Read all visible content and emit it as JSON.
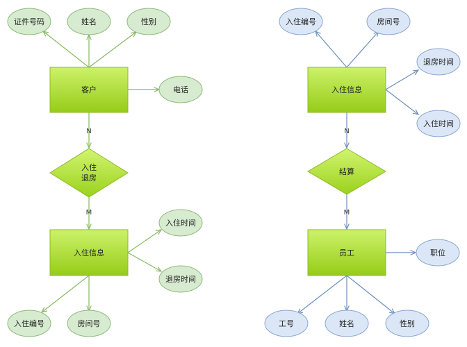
{
  "left": {
    "entity_customer": "客户",
    "rel_line1": "入住",
    "rel_line2": "退房",
    "entity_checkin": "入住信息",
    "card_top": "N",
    "card_bottom": "M",
    "customer_attrs": [
      "证件号码",
      "姓名",
      "性别",
      "电话"
    ],
    "checkin_attrs": [
      "入住时间",
      "退房时间",
      "入住编号",
      "房间号"
    ]
  },
  "right": {
    "entity_checkin": "入住信息",
    "rel": "结算",
    "entity_staff": "员工",
    "card_top": "N",
    "card_bottom": "M",
    "checkin_attrs": [
      "入住编号",
      "房间号",
      "退房时间",
      "入住时间"
    ],
    "staff_attrs": [
      "职位",
      "工号",
      "姓名",
      "性别"
    ]
  },
  "colors": {
    "entity_fill": "#a6d82a",
    "green_attr": "#d6ebcf",
    "blue_attr": "#dbe7f7",
    "green_line": "#86ba62",
    "blue_line": "#6d8fbd"
  }
}
